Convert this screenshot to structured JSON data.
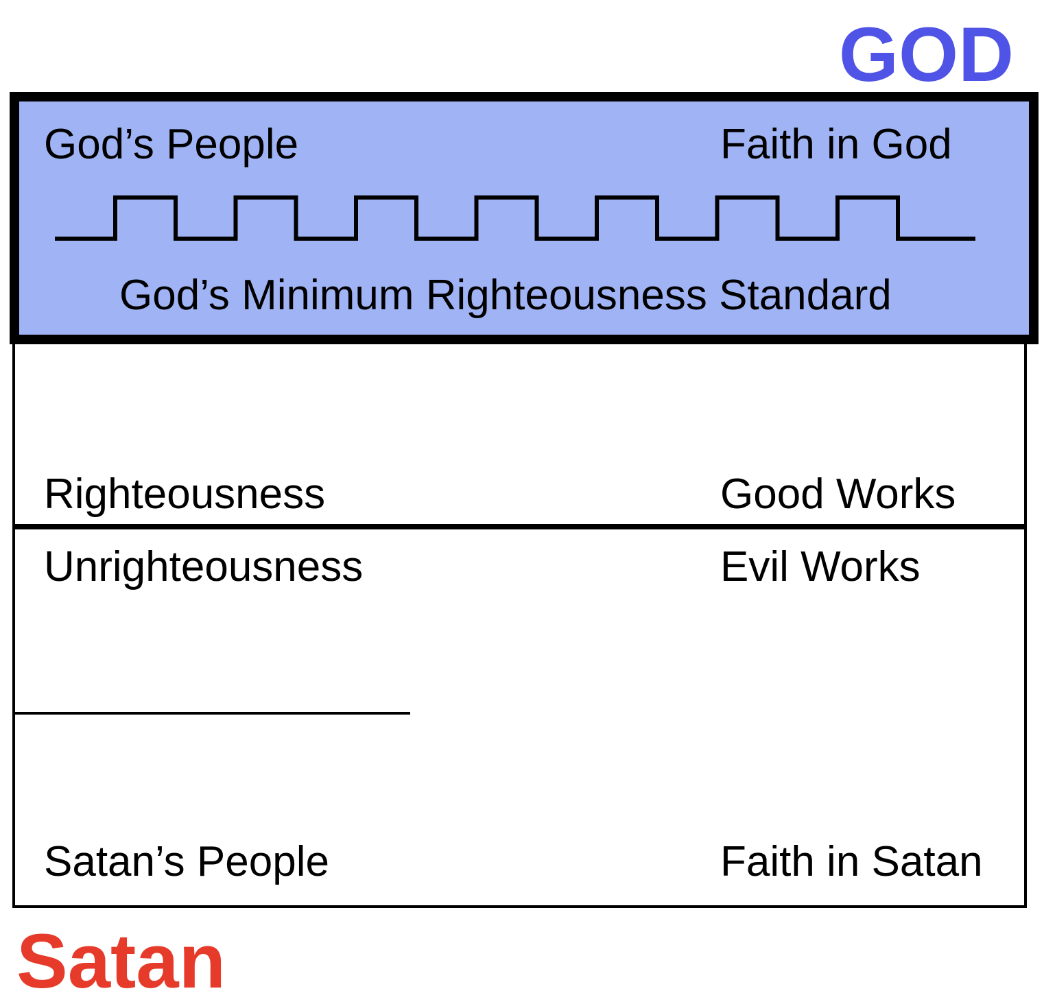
{
  "titles": {
    "god": "GOD",
    "satan": "Satan"
  },
  "band": {
    "left_label": "God’s People",
    "right_label": "Faith in God",
    "standard_label": "God’s Minimum Righteousness Standard"
  },
  "upper": {
    "left_label": "Righteousness",
    "right_label": "Good Works"
  },
  "lower": {
    "left_label": "Unrighteousness",
    "right_label": "Evil Works"
  },
  "bottom": {
    "left_label": "Satan’s People",
    "right_label": "Faith in Satan"
  },
  "colors": {
    "god_title": "#4f53e6",
    "satan_title": "#e63b2a",
    "band_fill": "#a0b4f5",
    "line": "#000000"
  },
  "wall": {
    "crenellations": 7
  }
}
